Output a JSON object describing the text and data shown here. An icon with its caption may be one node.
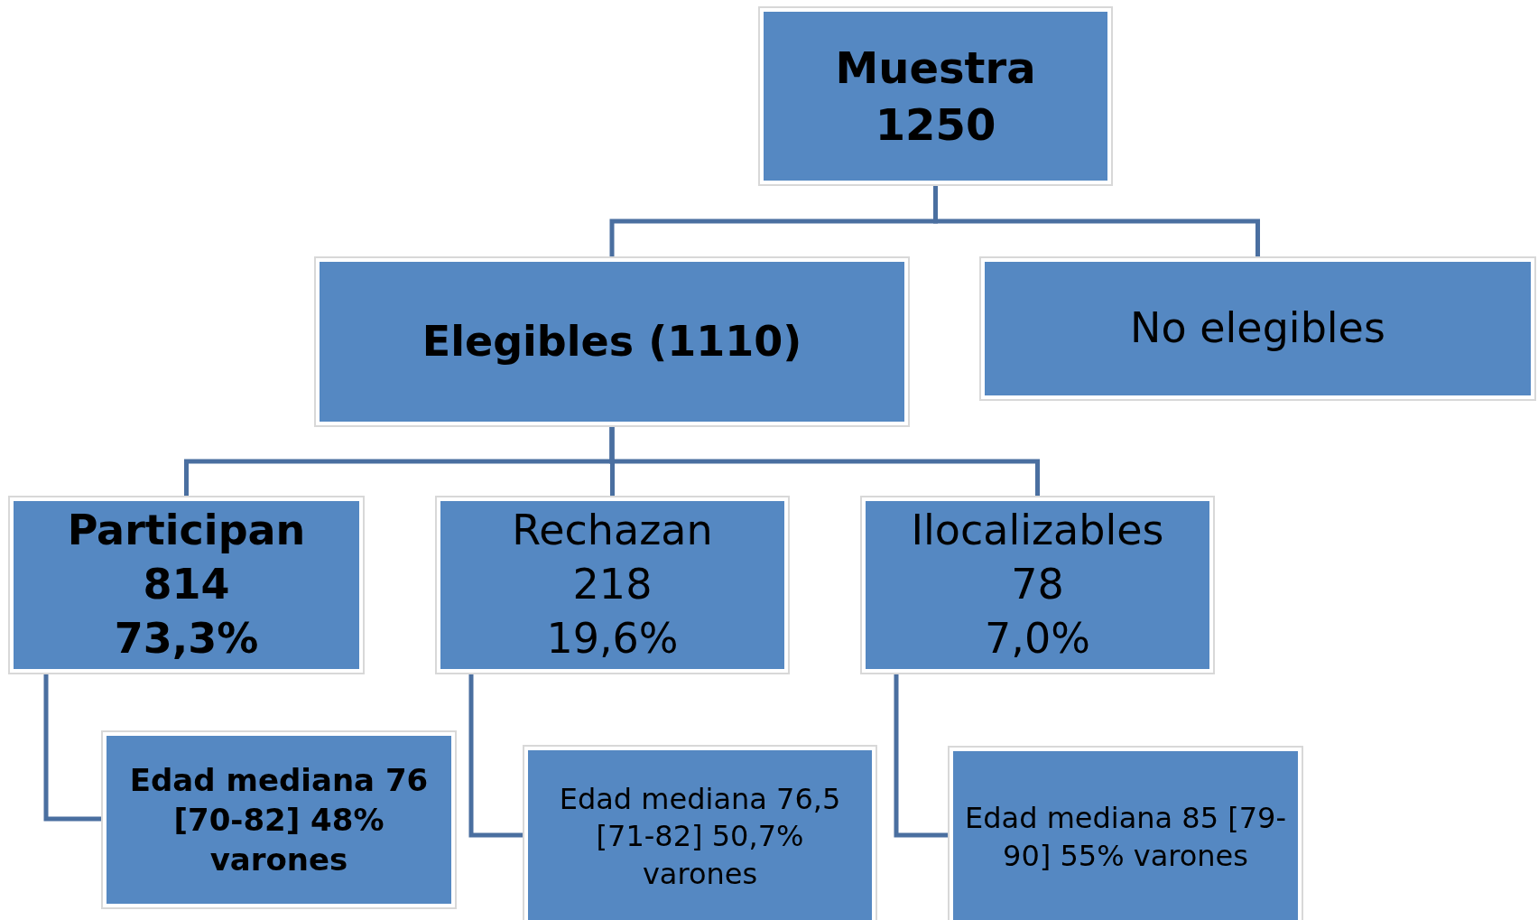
{
  "diagram": {
    "nodes": [
      {
        "text": [
          "Muestra",
          "1250"
        ]
      },
      {
        "text": [
          "Elegibles (1110)"
        ]
      },
      {
        "text": [
          "No elegibles"
        ]
      },
      {
        "text": [
          "Participan",
          "814",
          "73,3%"
        ]
      },
      {
        "text": [
          "Rechazan",
          "218",
          "19,6%"
        ]
      },
      {
        "text": [
          "Ilocalizables",
          "78",
          "7,0%"
        ]
      },
      {
        "text": [
          "Edad mediana 76 [70-82] 48% varones"
        ]
      },
      {
        "text": [
          "Edad mediana 76,5 [71-82] 50,7% varones"
        ]
      },
      {
        "text": [
          "Edad mediana 85 [79-90] 55% varones"
        ]
      }
    ],
    "edges": [
      {
        "from": 0,
        "to": 1,
        "arrow": "none"
      },
      {
        "from": 0,
        "to": 2,
        "arrow": "none"
      },
      {
        "from": 1,
        "to": 3,
        "arrow": "none"
      },
      {
        "from": 1,
        "to": 4,
        "arrow": "none"
      },
      {
        "from": 1,
        "to": 5,
        "arrow": "none"
      },
      {
        "from": 3,
        "to": 6,
        "arrow": "none"
      },
      {
        "from": 4,
        "to": 7,
        "arrow": "none"
      },
      {
        "from": 5,
        "to": 8,
        "arrow": "none"
      }
    ]
  }
}
